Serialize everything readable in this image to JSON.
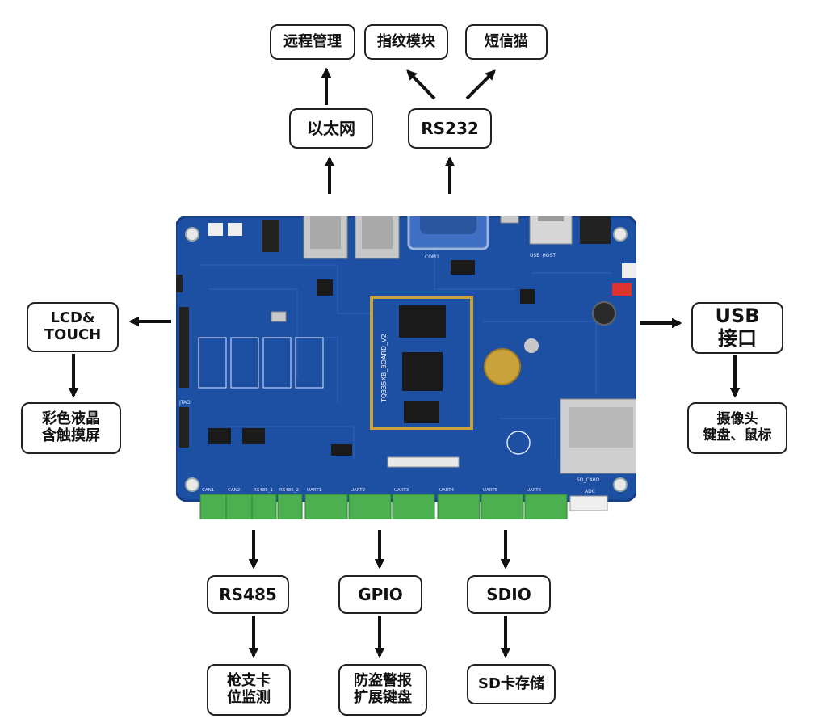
{
  "nodes": {
    "remote_mgmt": "远程管理",
    "fingerprint": "指纹模块",
    "sms_cat": "短信猫",
    "ethernet": "以太网",
    "rs232": "RS232",
    "lcd_touch": "LCD&\nTOUCH",
    "color_lcd": "彩色液晶\n含触摸屏",
    "usb": "USB\n接口",
    "camera": "摄像头\n键盘、鼠标",
    "rs485": "RS485",
    "gpio": "GPIO",
    "sdio": "SDIO",
    "gun_card": "枪支卡\n位监测",
    "alarm_kbd": "防盗警报\n扩展键盘",
    "sd_storage": "SD卡存储"
  },
  "board": {
    "colors": {
      "pcb": "#1d4fa3",
      "pcb_edge": "#173f86",
      "terminal": "#4caf50",
      "silver": "#c8c8c8",
      "gold": "#c9a23c",
      "chip": "#1a1a1a"
    },
    "silkscreen": {
      "module_label": "TQ335XB_BOARD_V2",
      "com_label": "COM1",
      "sd_label": "SD_CARD",
      "jtag_label": "JTAG",
      "usb_host_label": "USB_HOST",
      "adc_label": "ADC",
      "terminals": [
        "CAN1",
        "CAN2",
        "RS485_1",
        "RS485_2",
        "UART1",
        "UART2",
        "UART3",
        "UART4",
        "UART5",
        "UART6"
      ]
    }
  }
}
